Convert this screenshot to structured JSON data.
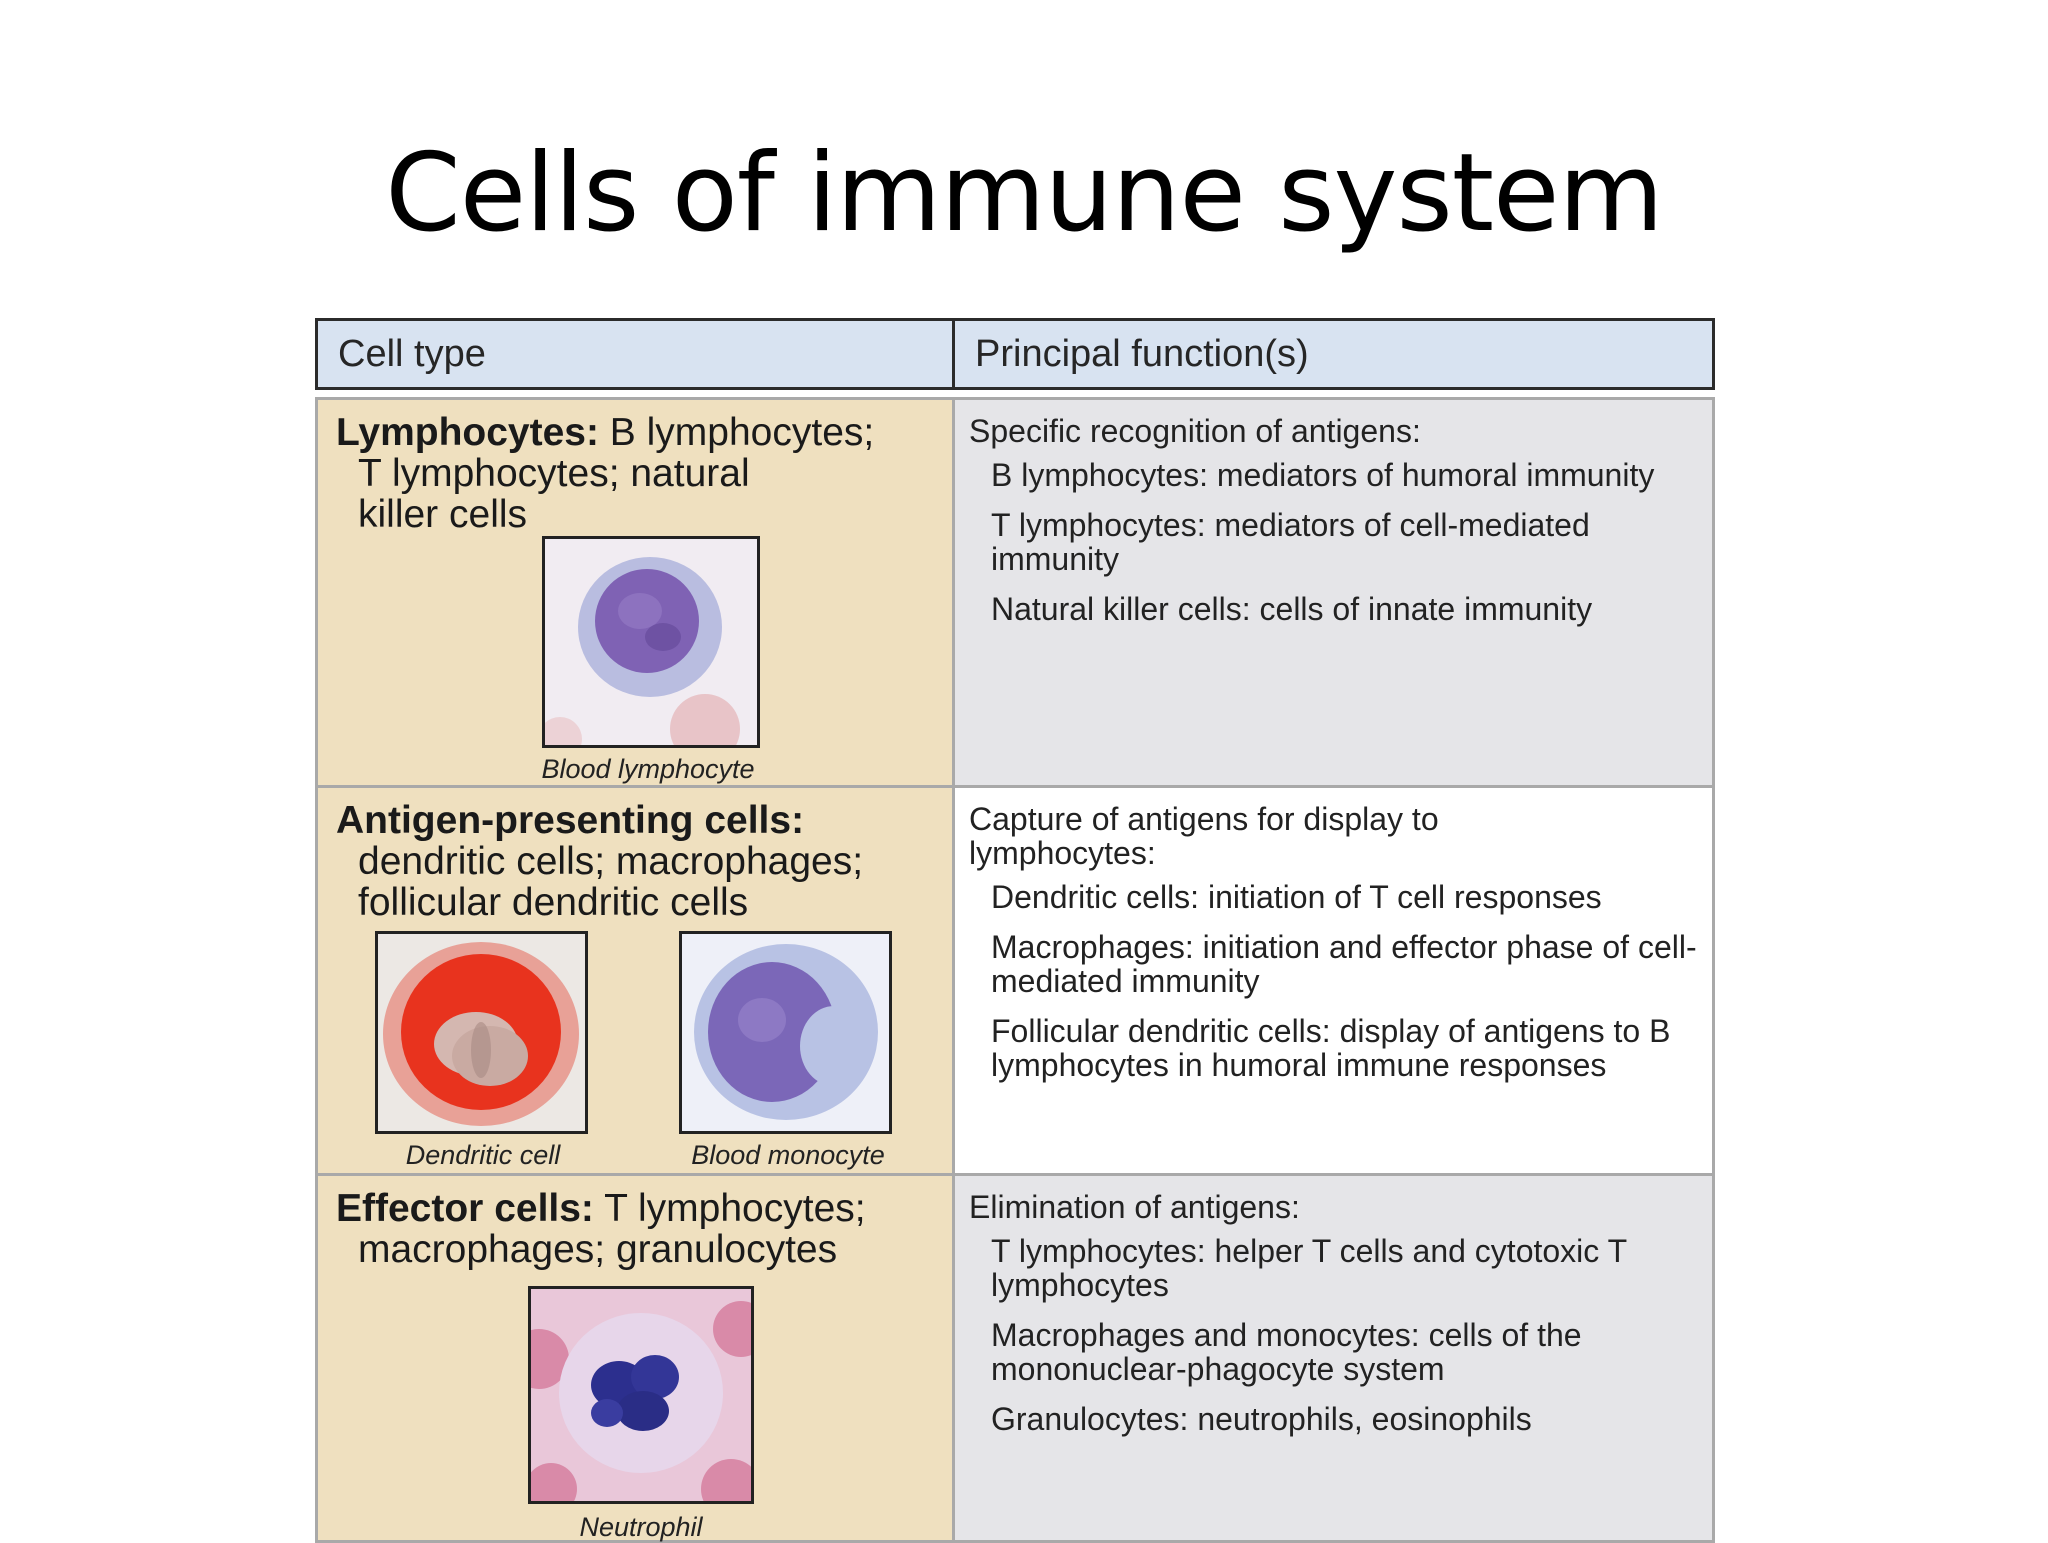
{
  "title": "Cells of immune system",
  "table": {
    "headers": {
      "cell_type": "Cell type",
      "function": "Principal function(s)"
    },
    "rows": [
      {
        "type_bold": "Lymphocytes:",
        "type_rest_first": "B lymphocytes;",
        "type_rest_more": "T lymphocytes; natural killer cells",
        "captions": [
          "Blood lymphocyte"
        ],
        "function_intro": "Specific recognition of antigens:",
        "function_items": [
          "B lymphocytes: mediators of humoral immunity",
          "T lymphocytes: mediators of cell-mediated immunity",
          "Natural killer cells: cells of innate immunity"
        ]
      },
      {
        "type_bold": "Antigen-presenting cells:",
        "type_rest_first": "",
        "type_rest_more": "dendritic cells; macrophages; follicular dendritic cells",
        "captions": [
          "Dendritic cell",
          "Blood monocyte"
        ],
        "function_intro": "Capture of antigens for display to lymphocytes:",
        "function_items": [
          "Dendritic cells: initiation of T cell responses",
          "Macrophages: initiation and effector phase of cell-mediated immunity",
          "Follicular dendritic cells: display of antigens to B lymphocytes in humoral immune responses"
        ]
      },
      {
        "type_bold": "Effector cells:",
        "type_rest_first": "T lymphocytes;",
        "type_rest_more": "macrophages; granulocytes",
        "captions": [
          "Neutrophil"
        ],
        "function_intro": "Elimination of antigens:",
        "function_items": [
          "T lymphocytes: helper T cells and cytotoxic T lymphocytes",
          "Macrophages and monocytes: cells of the mononuclear-phagocyte system",
          "Granulocytes: neutrophils, eosinophils"
        ]
      }
    ]
  }
}
